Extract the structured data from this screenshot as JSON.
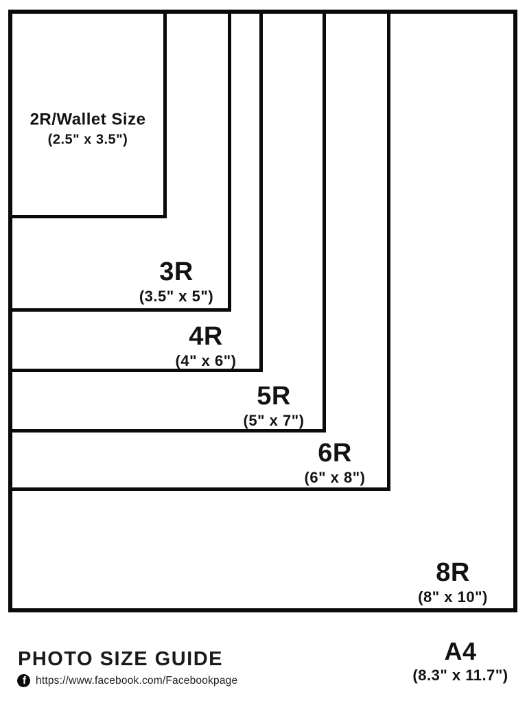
{
  "page": {
    "background_color": "#ffffff",
    "line_color": "#0a0a0a"
  },
  "sizes": [
    {
      "id": "2r",
      "name": "2R/Wallet Size",
      "dimensions": "(2.5\" x 3.5\")"
    },
    {
      "id": "3r",
      "name": "3R",
      "dimensions": "(3.5\" x 5\")"
    },
    {
      "id": "4r",
      "name": "4R",
      "dimensions": "(4\" x 6\")"
    },
    {
      "id": "5r",
      "name": "5R",
      "dimensions": "(5\" x 7\")"
    },
    {
      "id": "6r",
      "name": "6R",
      "dimensions": "(6\" x 8\")"
    },
    {
      "id": "8r",
      "name": "8R",
      "dimensions": "(8\" x 10\")"
    },
    {
      "id": "a4",
      "name": "A4",
      "dimensions": "(8.3\" x 11.7\")"
    }
  ],
  "footer": {
    "title": "PHOTO SIZE GUIDE",
    "social_icon": "facebook-icon",
    "facebook_icon_letter": "f",
    "url": "https://www.facebook.com/Facebookpage"
  }
}
